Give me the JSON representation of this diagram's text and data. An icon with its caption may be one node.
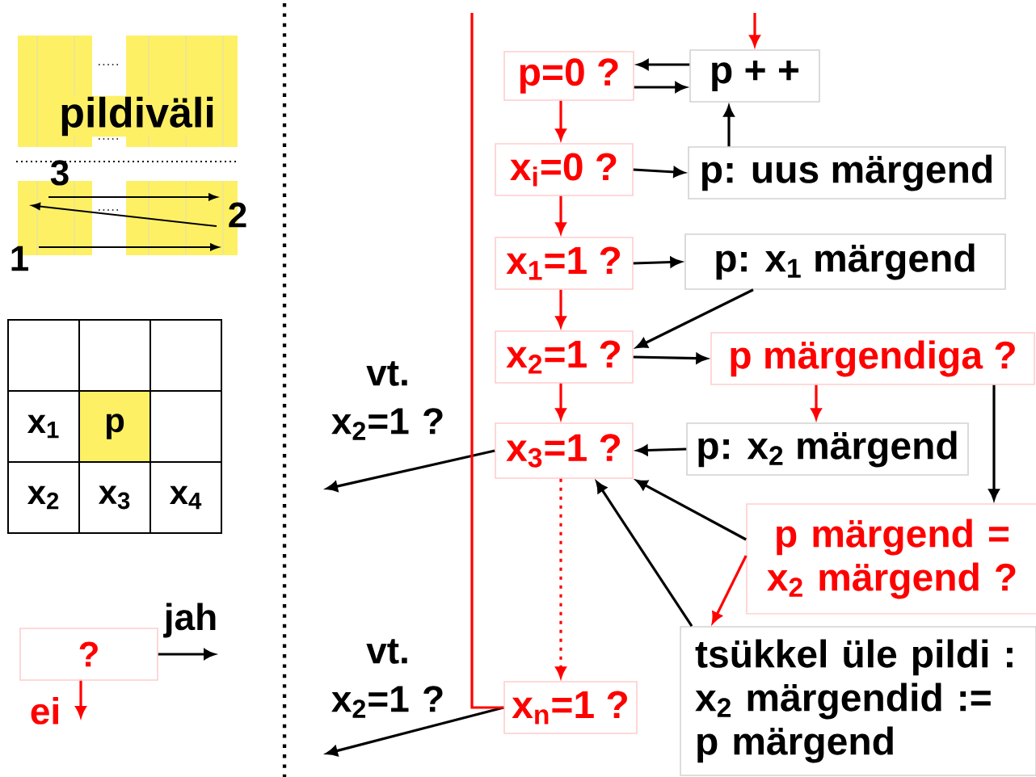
{
  "diagram": {
    "nodes": [
      {
        "text": [
          "p=0 ?"
        ]
      },
      {
        "text": [
          "p + +"
        ]
      },
      {
        "text": [
          "x$_{i}$=0 ?"
        ]
      },
      {
        "text": [
          "p: uus märgend"
        ]
      },
      {
        "text": [
          "x$_{1}$=1 ?"
        ]
      },
      {
        "text": [
          "p: x$_{1}$ märgend"
        ]
      },
      {
        "text": [
          "x$_{2}$=1 ?"
        ]
      },
      {
        "text": [
          "p märgendiga ?"
        ]
      },
      {
        "text": [
          "x$_{3}$=1 ?"
        ]
      },
      {
        "text": [
          "p: x$_{2}$ märgend"
        ]
      },
      {
        "text": [
          "p märgend = x$_{2}$ märgend ?"
        ]
      },
      {
        "text": [
          "tsükkel üle pildi : x$_{2}$ märgendid := p märgend"
        ]
      },
      {
        "text": [
          "x$_{n}$=1 ?"
        ]
      },
      {
        "text": [
          "?"
        ]
      }
    ],
    "edges": [
      {
        "from": null,
        "to": 1,
        "arrow": "to",
        "color": "#ff0000"
      },
      {
        "from": 1,
        "to": 0,
        "arrow": "to"
      },
      {
        "from": 0,
        "to": 1,
        "arrow": "to"
      },
      {
        "from": 0,
        "to": 2,
        "arrow": "to",
        "color": "#ff0000"
      },
      {
        "from": 2,
        "to": 3,
        "arrow": "to"
      },
      {
        "from": 3,
        "to": 1,
        "arrow": "to"
      },
      {
        "from": 2,
        "to": 4,
        "arrow": "to",
        "color": "#ff0000"
      },
      {
        "from": 4,
        "to": 5,
        "arrow": "to"
      },
      {
        "from": 5,
        "to": 6,
        "arrow": "to"
      },
      {
        "from": 4,
        "to": 6,
        "arrow": "to",
        "color": "#ff0000"
      },
      {
        "from": 6,
        "to": 7,
        "arrow": "to"
      },
      {
        "from": 7,
        "to": 9,
        "arrow": "to",
        "color": "#ff0000"
      },
      {
        "from": 7,
        "to": 10,
        "arrow": "to"
      },
      {
        "from": 6,
        "to": 8,
        "arrow": "to",
        "color": "#ff0000"
      },
      {
        "from": 9,
        "to": 8,
        "arrow": "to"
      },
      {
        "from": 10,
        "to": 8,
        "arrow": "to"
      },
      {
        "from": 10,
        "to": 11,
        "arrow": "to",
        "color": "#ff0000"
      },
      {
        "from": 11,
        "to": 8,
        "arrow": "to"
      },
      {
        "from": 8,
        "to": 12,
        "arrow": "to",
        "style": "dashed",
        "color": "#ff0000"
      },
      {
        "from": 8,
        "to": null,
        "arrow": "to",
        "label": "vt. x$_{2}$=1 ?"
      },
      {
        "from": 12,
        "to": null,
        "arrow": "to",
        "label": "vt. x$_{2}$=1 ?"
      },
      {
        "from": null,
        "to": 12,
        "arrow": "none",
        "color": "#ff0000"
      },
      {
        "from": 13,
        "to": null,
        "arrow": "to",
        "label": "jah"
      },
      {
        "from": 13,
        "to": null,
        "arrow": "to",
        "label": "ei",
        "color": "#ff0000"
      }
    ],
    "labels": [
      "pildiväli",
      "3",
      "2",
      "1",
      "x$_{1}$",
      "p",
      "x$_{2}$",
      "x$_{3}$",
      "x$_{4}$"
    ]
  }
}
